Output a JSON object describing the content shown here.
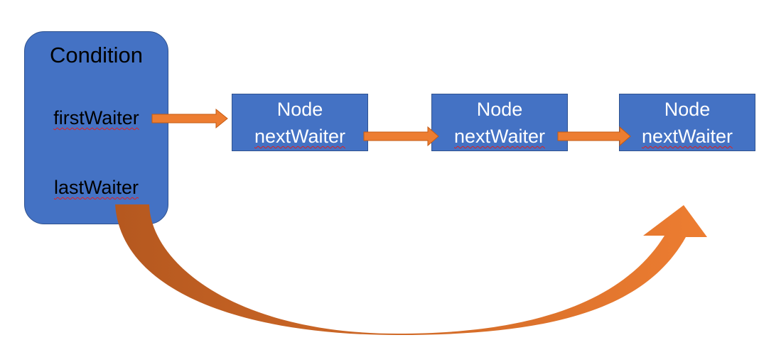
{
  "condition": {
    "title": "Condition",
    "first_field": "firstWaiter",
    "last_field": "lastWaiter",
    "fill_color": "#4472c4"
  },
  "nodes": [
    {
      "title": "Node",
      "field": "nextWaiter"
    },
    {
      "title": "Node",
      "field": "nextWaiter"
    },
    {
      "title": "Node",
      "field": "nextWaiter"
    }
  ],
  "colors": {
    "node_fill": "#4472c4",
    "arrow_fill": "#ed7d31",
    "arrow_stroke": "#c55a11",
    "curve_dark": "#b5581f",
    "curve_light": "#ed7d31",
    "squiggle": "#e02020"
  },
  "connectors": [
    {
      "from": "condition.first_field",
      "to": "nodes.0"
    },
    {
      "from": "nodes.0.field",
      "to": "nodes.1"
    },
    {
      "from": "nodes.1.field",
      "to": "nodes.2"
    },
    {
      "from": "condition.last_field",
      "to": "nodes.2",
      "style": "curved"
    }
  ]
}
